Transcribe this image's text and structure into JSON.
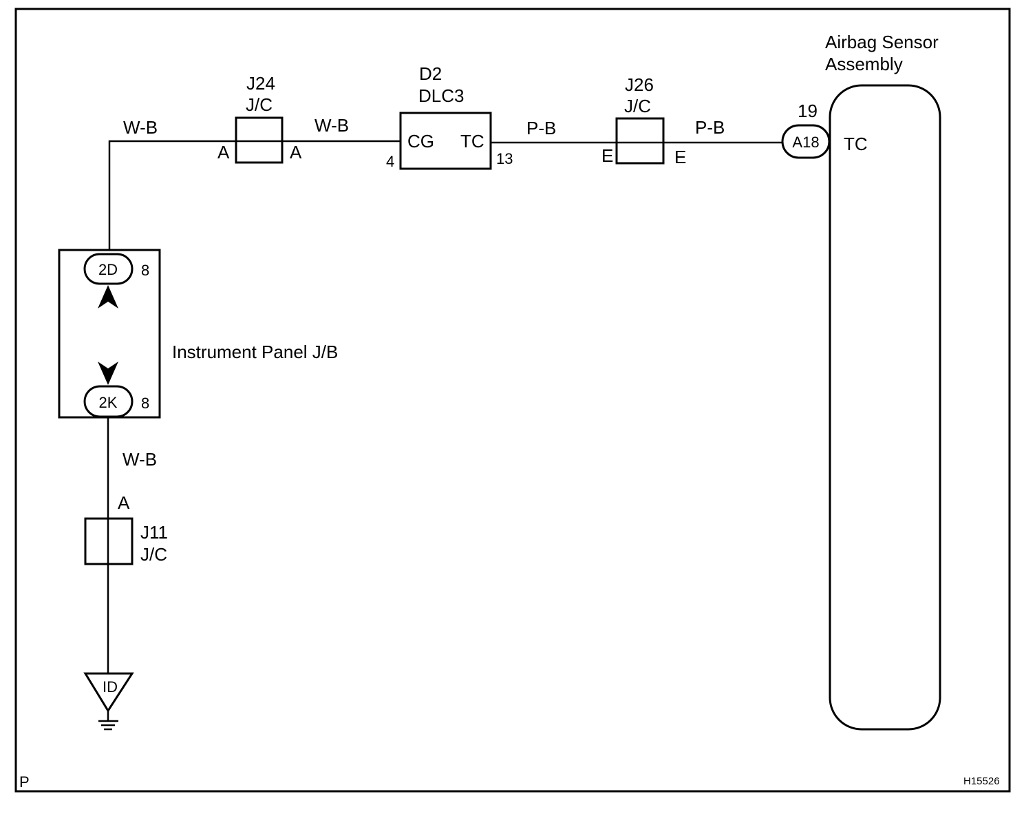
{
  "connectors": {
    "j24": {
      "id": "J24",
      "type": "J/C",
      "pin_left": "A",
      "pin_right": "A"
    },
    "d2": {
      "id": "D2",
      "name": "DLC3",
      "pin_cg_label": "CG",
      "pin_tc_label": "TC",
      "pin_cg_number": "4",
      "pin_tc_number": "13"
    },
    "j26": {
      "id": "J26",
      "type": "J/C",
      "pin_left": "E",
      "pin_right": "E"
    },
    "a18": {
      "id": "A18",
      "pin_number": "19"
    },
    "airbag": {
      "name_line1": "Airbag Sensor",
      "name_line2": "Assembly",
      "terminal": "TC"
    },
    "jb": {
      "name": "Instrument Panel J/B",
      "conn_top": "2D",
      "conn_top_pin": "8",
      "conn_bottom": "2K",
      "conn_bottom_pin": "8"
    },
    "j11": {
      "id": "J11",
      "type": "J/C",
      "pin_top": "A"
    },
    "ground": {
      "id": "ID"
    }
  },
  "wires": {
    "w1": "W-B",
    "w2": "W-B",
    "w3": "P-B",
    "w4": "P-B",
    "w5": "W-B"
  },
  "footer": {
    "corner_left": "P",
    "figure_code": "H15526"
  }
}
